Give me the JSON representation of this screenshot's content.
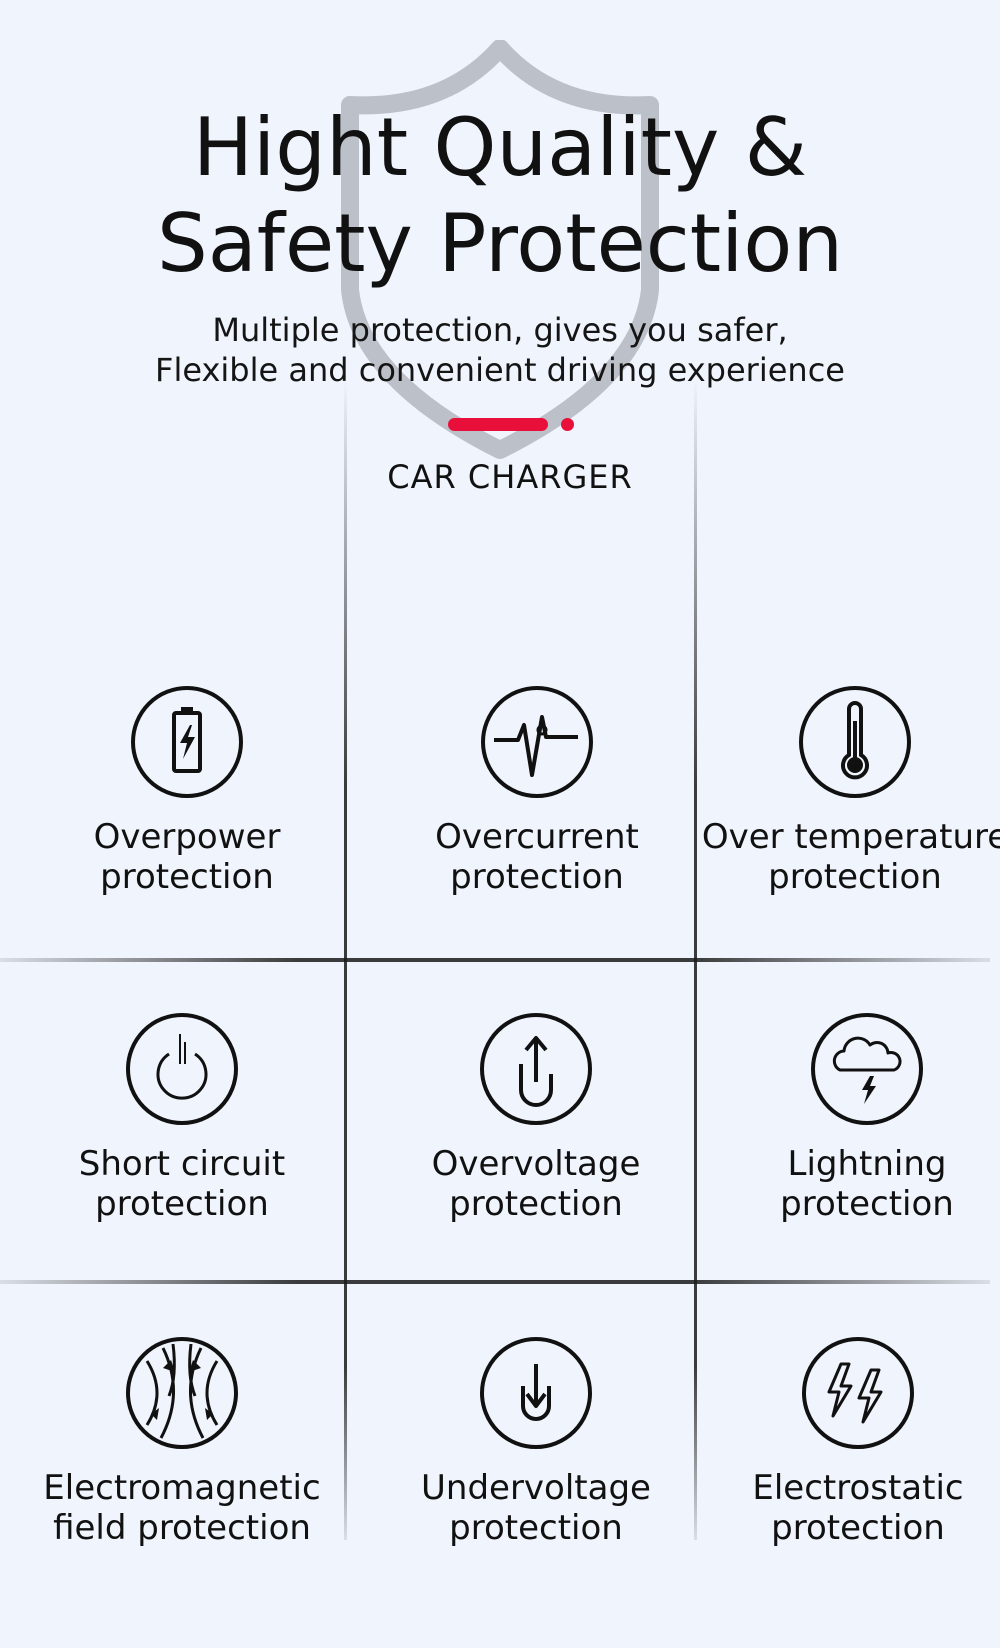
{
  "hero": {
    "title_line1": "Hight Quality &",
    "title_line2": "Safety Protection",
    "subtitle_line1": "Multiple protection, gives you safer,",
    "subtitle_line2": "Flexible and convenient driving experience",
    "label": "CAR CHARGER"
  },
  "colors": {
    "background": "#eff4fd",
    "accent": "#e8103a",
    "shield": "#bcc0c8",
    "text": "#111111"
  },
  "features": [
    {
      "icon": "battery-bolt-icon",
      "line1": "Overpower",
      "line2": "protection"
    },
    {
      "icon": "pulse-wave-icon",
      "line1": "Overcurrent",
      "line2": "protection"
    },
    {
      "icon": "thermometer-icon",
      "line1": "Over temperature",
      "line2": "protection"
    },
    {
      "icon": "power-icon",
      "line1": "Short circuit",
      "line2": "protection"
    },
    {
      "icon": "up-arrow-u-icon",
      "line1": "Overvoltage",
      "line2": "protection"
    },
    {
      "icon": "cloud-lightning-icon",
      "line1": "Lightning",
      "line2": "protection"
    },
    {
      "icon": "magnetic-field-icon",
      "line1": "Electromagnetic",
      "line2": "field protection"
    },
    {
      "icon": "down-arrow-u-icon",
      "line1": "Undervoltage",
      "line2": "protection"
    },
    {
      "icon": "double-bolt-icon",
      "line1": "Electrostatic",
      "line2": "protection"
    }
  ]
}
